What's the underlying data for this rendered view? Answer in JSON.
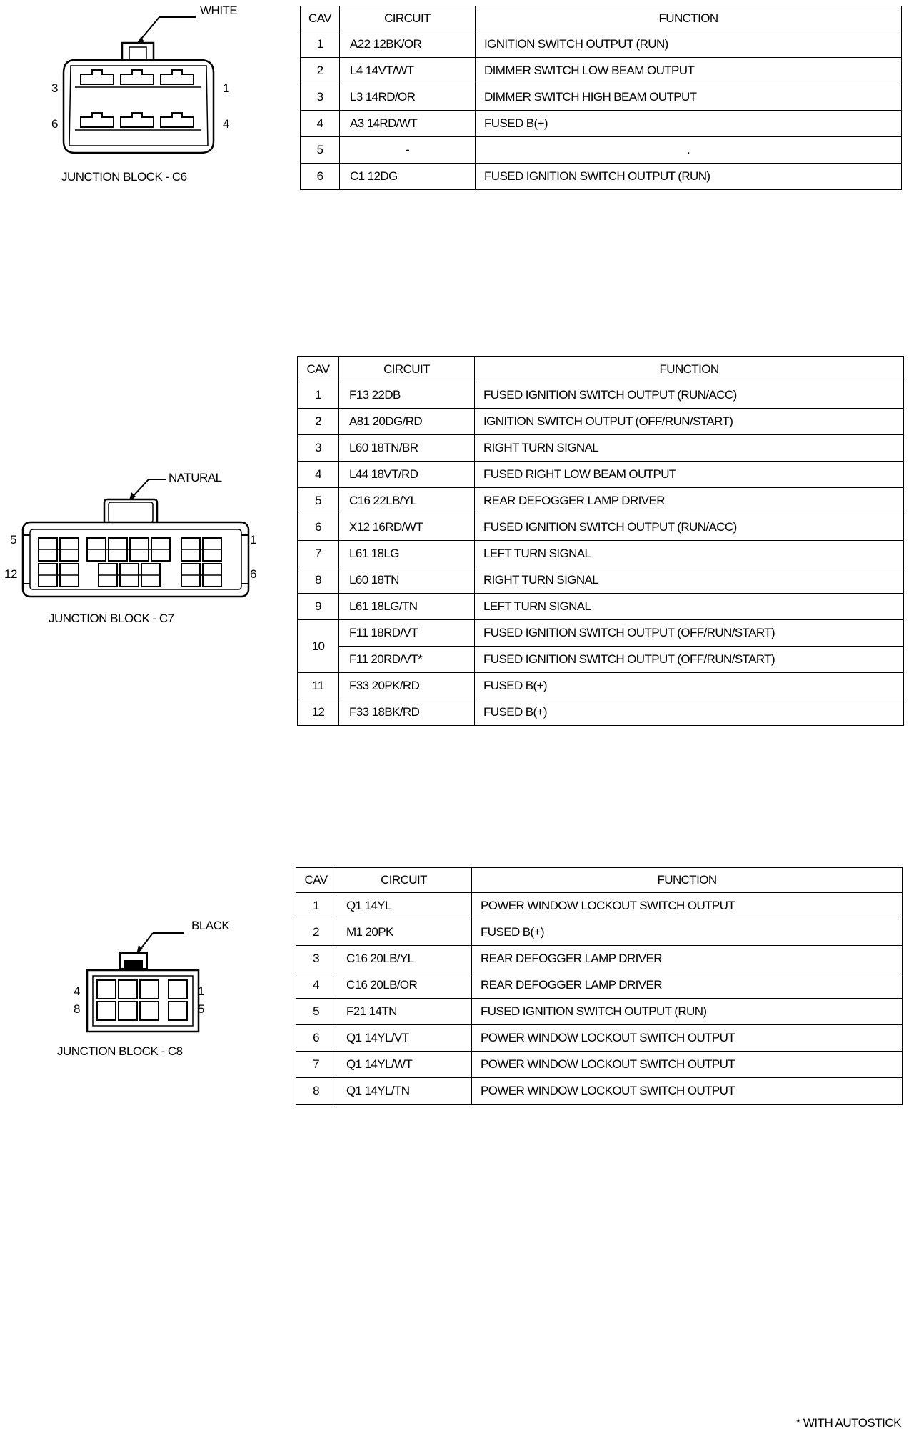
{
  "headers": {
    "cav": "CAV",
    "circuit": "CIRCUIT",
    "function": "FUNCTION"
  },
  "c6": {
    "color_label": "WHITE",
    "name": "JUNCTION BLOCK - C6",
    "pins": {
      "tl": "3",
      "tr": "1",
      "bl": "6",
      "br": "4"
    },
    "rows": [
      {
        "cav": "1",
        "circuit": "A22 12BK/OR",
        "function": "IGNITION SWITCH OUTPUT (RUN)"
      },
      {
        "cav": "2",
        "circuit": "L4 14VT/WT",
        "function": "DIMMER SWITCH LOW BEAM OUTPUT"
      },
      {
        "cav": "3",
        "circuit": "L3 14RD/OR",
        "function": "DIMMER SWITCH HIGH BEAM OUTPUT"
      },
      {
        "cav": "4",
        "circuit": "A3 14RD/WT",
        "function": "FUSED B(+)"
      },
      {
        "cav": "5",
        "circuit": "-",
        "function": "."
      },
      {
        "cav": "6",
        "circuit": "C1 12DG",
        "function": "FUSED IGNITION SWITCH OUTPUT (RUN)"
      }
    ]
  },
  "c7": {
    "color_label": "NATURAL",
    "name": "JUNCTION BLOCK - C7",
    "pins": {
      "tl": "5",
      "tr": "1",
      "bl": "12",
      "br": "6"
    },
    "rows": [
      {
        "cav": "1",
        "circuit": "F13 22DB",
        "function": "FUSED IGNITION SWITCH OUTPUT (RUN/ACC)"
      },
      {
        "cav": "2",
        "circuit": "A81 20DG/RD",
        "function": "IGNITION SWITCH OUTPUT (OFF/RUN/START)"
      },
      {
        "cav": "3",
        "circuit": "L60 18TN/BR",
        "function": "RIGHT TURN SIGNAL"
      },
      {
        "cav": "4",
        "circuit": "L44 18VT/RD",
        "function": "FUSED RIGHT LOW BEAM OUTPUT"
      },
      {
        "cav": "5",
        "circuit": "C16 22LB/YL",
        "function": "REAR DEFOGGER LAMP DRIVER"
      },
      {
        "cav": "6",
        "circuit": "X12 16RD/WT",
        "function": "FUSED IGNITION SWITCH OUTPUT (RUN/ACC)"
      },
      {
        "cav": "7",
        "circuit": "L61 18LG",
        "function": "LEFT TURN SIGNAL"
      },
      {
        "cav": "8",
        "circuit": "L60 18TN",
        "function": "RIGHT TURN SIGNAL"
      },
      {
        "cav": "9",
        "circuit": "L61 18LG/TN",
        "function": "LEFT TURN SIGNAL"
      },
      {
        "cav": "10",
        "circuit": "F11 18RD/VT",
        "function": "FUSED IGNITION SWITCH OUTPUT (OFF/RUN/START)"
      },
      {
        "cav": "",
        "circuit": "F11 20RD/VT*",
        "function": "FUSED IGNITION SWITCH OUTPUT (OFF/RUN/START)"
      },
      {
        "cav": "11",
        "circuit": "F33 20PK/RD",
        "function": "FUSED B(+)"
      },
      {
        "cav": "12",
        "circuit": "F33 18BK/RD",
        "function": "FUSED B(+)"
      }
    ]
  },
  "c8": {
    "color_label": "BLACK",
    "name": "JUNCTION BLOCK - C8",
    "pins": {
      "tl": "4",
      "tr": "1",
      "bl": "8",
      "br": "5"
    },
    "rows": [
      {
        "cav": "1",
        "circuit": "Q1 14YL",
        "function": "POWER WINDOW LOCKOUT SWITCH OUTPUT"
      },
      {
        "cav": "2",
        "circuit": "M1 20PK",
        "function": "FUSED B(+)"
      },
      {
        "cav": "3",
        "circuit": "C16 20LB/YL",
        "function": "REAR DEFOGGER LAMP DRIVER"
      },
      {
        "cav": "4",
        "circuit": "C16 20LB/OR",
        "function": "REAR DEFOGGER LAMP DRIVER"
      },
      {
        "cav": "5",
        "circuit": "F21 14TN",
        "function": "FUSED IGNITION SWITCH OUTPUT (RUN)"
      },
      {
        "cav": "6",
        "circuit": "Q1 14YL/VT",
        "function": "POWER WINDOW LOCKOUT SWITCH OUTPUT"
      },
      {
        "cav": "7",
        "circuit": "Q1 14YL/WT",
        "function": "POWER WINDOW LOCKOUT SWITCH OUTPUT"
      },
      {
        "cav": "8",
        "circuit": "Q1 14YL/TN",
        "function": "POWER WINDOW LOCKOUT SWITCH OUTPUT"
      }
    ]
  },
  "footnote": "* WITH AUTOSTICK"
}
